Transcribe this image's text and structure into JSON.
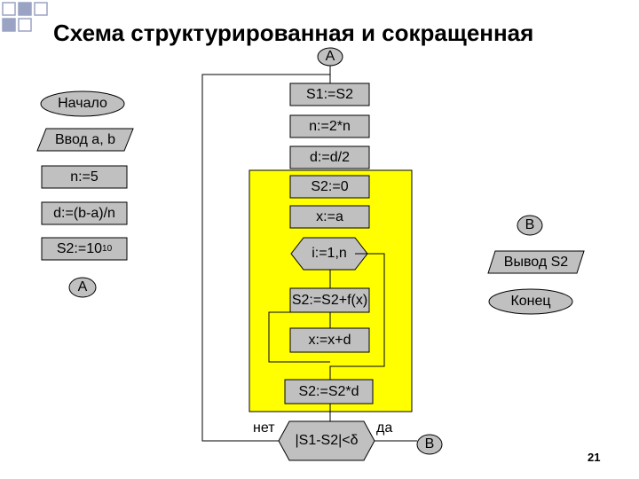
{
  "title": "Схема структурированная и сокращенная",
  "page_number": "21",
  "left_column": {
    "start": "Начало",
    "input": "Ввод a, b",
    "n_assign": "n:=5",
    "d_assign": "d:=(b-a)/n",
    "s2_assign_base": "S2:=10",
    "s2_assign_exp": "10",
    "connector_a": "A"
  },
  "main_column": {
    "connector_a_top": "A",
    "s1_assign": "S1:=S2",
    "n_double": "n:=2*n",
    "d_half": "d:=d/2",
    "s2_zero": "S2:=0",
    "x_assign": "x:=a",
    "loop_header": "i:=1,n",
    "s2_accumulate": "S2:=S2+f(x)",
    "x_increment": "x:=x+d",
    "s2_multiply": "S2:=S2*d",
    "condition": "|S1-S2|<δ",
    "no_label": "нет",
    "yes_label": "да",
    "connector_b_bottom": "B"
  },
  "right_column": {
    "connector_b": "B",
    "output": "Вывод S2",
    "end": "Конец"
  },
  "colors": {
    "highlight": "#ffff00",
    "block_fill": "#c0c0c0",
    "block_stroke": "#000000",
    "decor_square": "#9aa3c4"
  }
}
